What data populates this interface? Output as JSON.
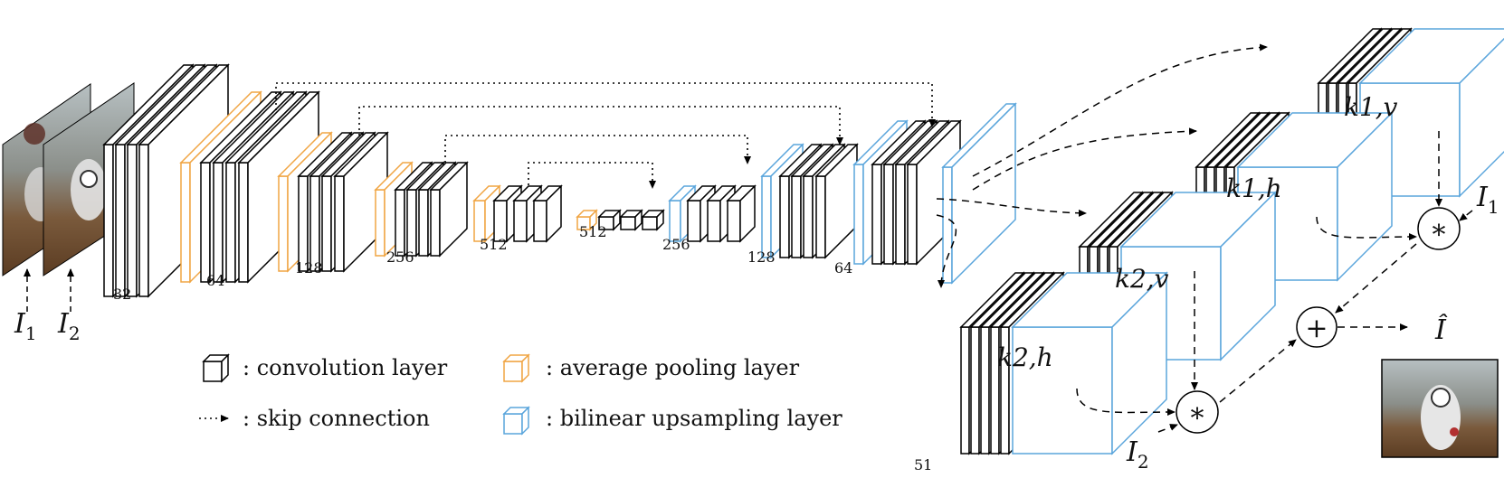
{
  "inputs": {
    "first": "I",
    "first_sub": "1",
    "second": "I",
    "second_sub": "2"
  },
  "encoder_channels": [
    "32",
    "64",
    "128",
    "256",
    "512",
    "512"
  ],
  "decoder_channels": [
    "256",
    "128",
    "64",
    "51"
  ],
  "kernels": {
    "k1v": "k1,v",
    "k1h": "k1,h",
    "k2v": "k2,v",
    "k2h": "k2,h"
  },
  "ops": {
    "conv_symbol": "*",
    "sum_symbol": "+"
  },
  "side_inputs": {
    "i1": "I",
    "i1_sub": "1",
    "i2": "I",
    "i2_sub": "2"
  },
  "output": {
    "label": "Î"
  },
  "legend": {
    "conv": ": convolution layer",
    "pool": ": average pooling layer",
    "skip": ": skip connection",
    "upsample": ": bilinear upsampling layer"
  },
  "colors": {
    "pool": "#f0a544",
    "upsample": "#5aa5dc",
    "conv": "#000000"
  }
}
